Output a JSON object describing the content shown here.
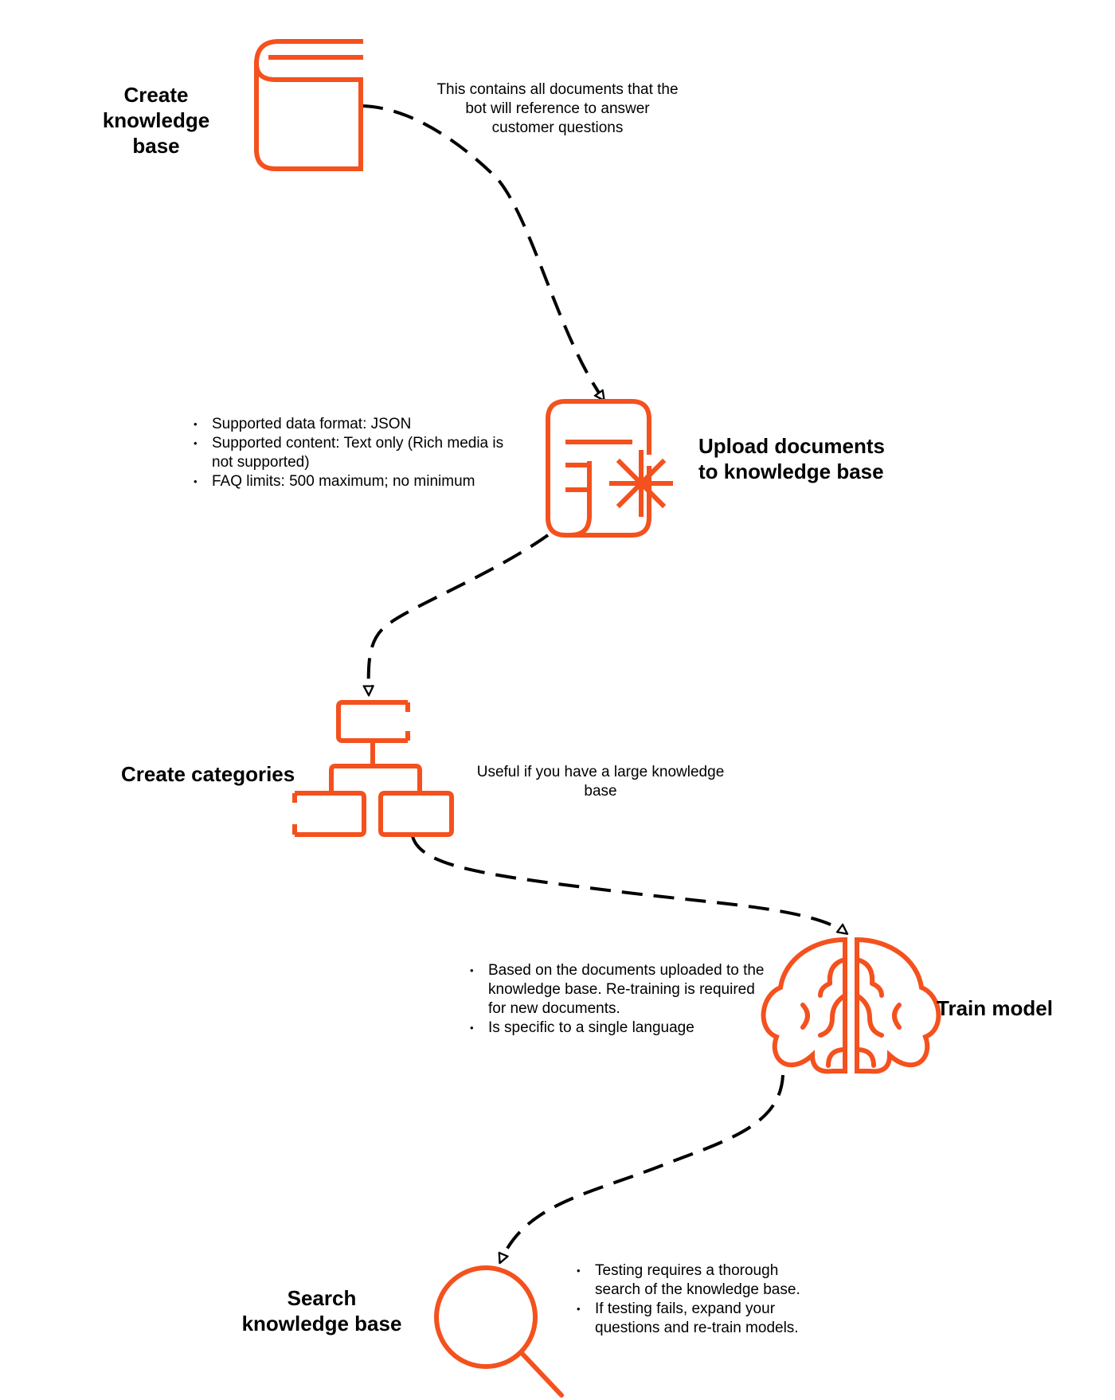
{
  "steps": [
    {
      "title": "Create knowledge base",
      "icon": "book-icon"
    },
    {
      "title": "Upload documents to knowledge base",
      "icon": "document-upload-icon"
    },
    {
      "title": "Create categories",
      "icon": "hierarchy-icon"
    },
    {
      "title": "Train model",
      "icon": "brain-icon"
    },
    {
      "title": "Search knowledge base",
      "icon": "magnifier-icon"
    }
  ],
  "labels": {
    "create_kb_line1": "Create",
    "create_kb_line2": "knowledge base",
    "upload_line1": "Upload documents",
    "upload_line2": "to knowledge base",
    "categories": "Create categories",
    "train": "Train model",
    "search_line1": "Search",
    "search_line2": "knowledge base"
  },
  "notes": {
    "create_kb": "This contains all documents that the bot will reference to answer customer questions",
    "upload": [
      "Supported data format: JSON",
      "Supported content: Text only (Rich media is not supported)",
      "FAQ limits: 500 maximum; no minimum"
    ],
    "categories": "Useful if you have a large knowledge base",
    "train": [
      "Based on the documents uploaded to the knowledge base. Re-training is required for new documents.",
      "Is specific to a single language"
    ],
    "search": [
      "Testing requires a thorough search of the knowledge base.",
      " If testing fails, expand your questions and re-train models."
    ]
  },
  "colors": {
    "accent": "#f4511e",
    "connector": "#000000",
    "text": "#000000"
  }
}
